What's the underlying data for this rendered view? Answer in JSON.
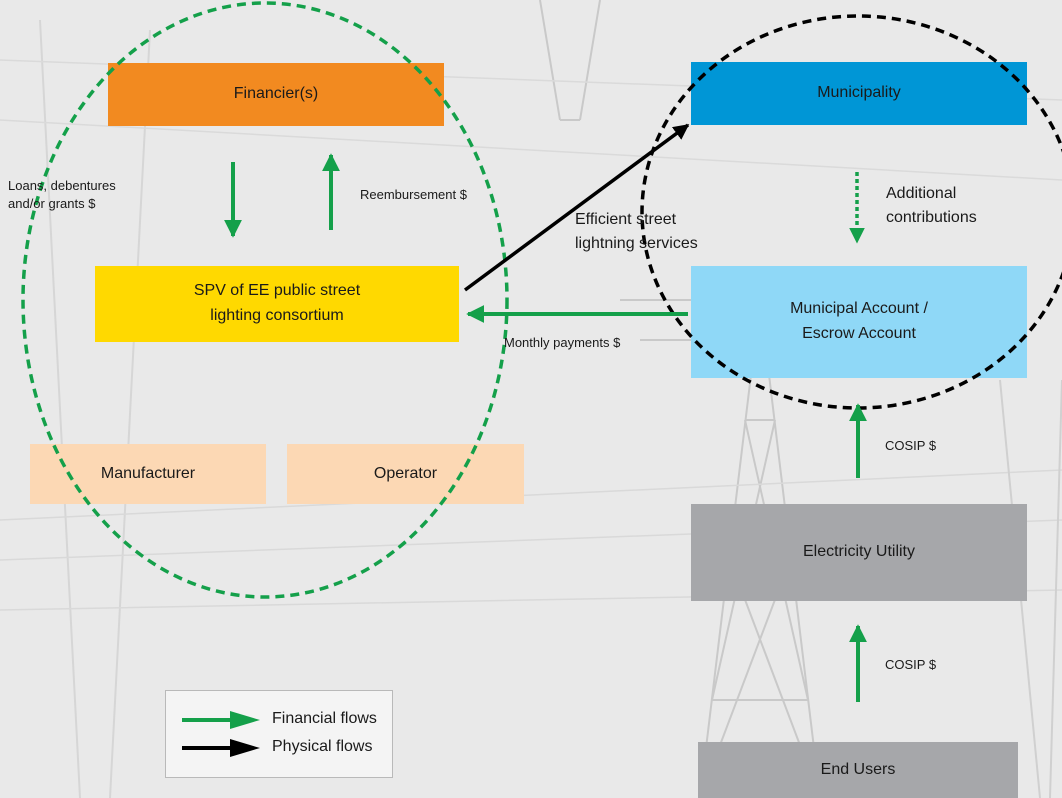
{
  "boxes": {
    "financier": "Financier(s)",
    "spv_line1": "SPV of EE public street",
    "spv_line2": "lighting consortium",
    "manufacturer": "Manufacturer",
    "operator": "Operator",
    "municipality": "Municipality",
    "account_line1": "Municipal Account /",
    "account_line2": "Escrow Account",
    "utility": "Electricity Utility",
    "end_users": "End Users"
  },
  "labels": {
    "loans_line1": "Loans, debentures",
    "loans_line2": "and/or grants $",
    "reimbursement": "Reembursement $",
    "efficient_line1": "Efficient street",
    "efficient_line2": "lightning services",
    "monthly": "Monthly payments $",
    "additional_line1": "Additional",
    "additional_line2": "contributions",
    "cosip_upper": "COSIP  $",
    "cosip_lower": "COSIP  $"
  },
  "legend": {
    "financial": "Financial flows",
    "physical": "Physical flows"
  },
  "colors": {
    "financial_flow": "#14a04a",
    "physical_flow": "#000000",
    "consortium_circle": "#14a04a",
    "municipal_circle": "#000000"
  }
}
